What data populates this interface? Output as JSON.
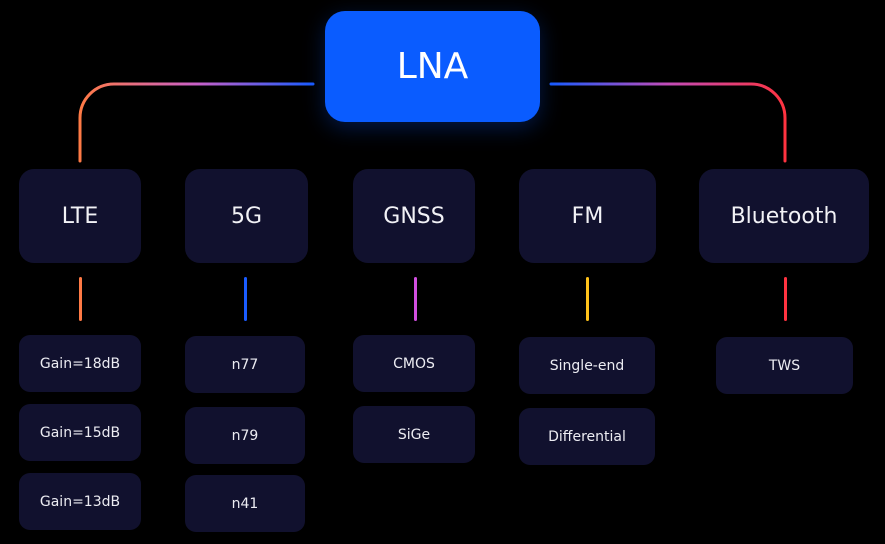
{
  "root": {
    "label": "LNA",
    "color": "#0a5cff"
  },
  "categories": [
    {
      "label": "LTE",
      "accent": "#ff7a45",
      "children": [
        "Gain=18dB",
        "Gain=15dB",
        "Gain=13dB"
      ]
    },
    {
      "label": "5G",
      "accent": "#1a5cff",
      "children": [
        "n77",
        "n79",
        "n41"
      ]
    },
    {
      "label": "GNSS",
      "accent": "#d24fe0",
      "children": [
        "CMOS",
        "SiGe"
      ]
    },
    {
      "label": "FM",
      "accent": "#ffc21a",
      "children": [
        "Single-end",
        "Differential"
      ]
    },
    {
      "label": "Bluetooth",
      "accent": "#ff3340",
      "children": [
        "TWS"
      ]
    }
  ],
  "connector_gradient": {
    "left": [
      "#ff7a45",
      "#c960c8",
      "#1a5cff"
    ],
    "right": [
      "#1a5cff",
      "#c24cb8",
      "#ff3340"
    ]
  }
}
